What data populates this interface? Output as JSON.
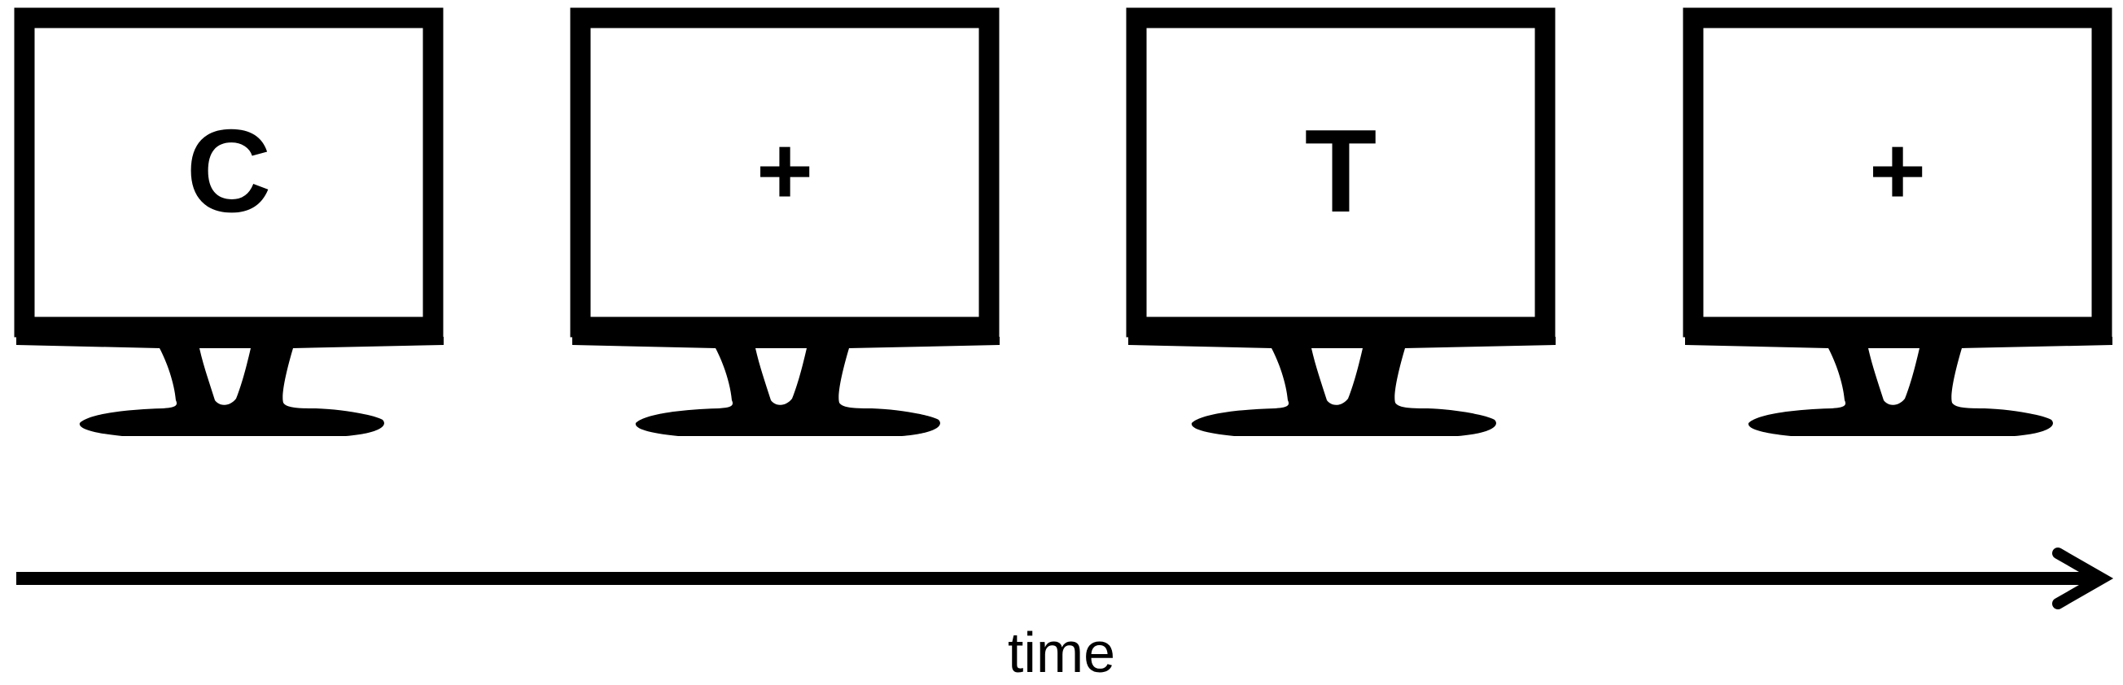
{
  "colors": {
    "ink": "#000000",
    "background": "#ffffff"
  },
  "monitors": [
    {
      "stimulus": "C"
    },
    {
      "stimulus": "+"
    },
    {
      "stimulus": "T"
    },
    {
      "stimulus": "+"
    }
  ],
  "timeline": {
    "label": "time"
  }
}
